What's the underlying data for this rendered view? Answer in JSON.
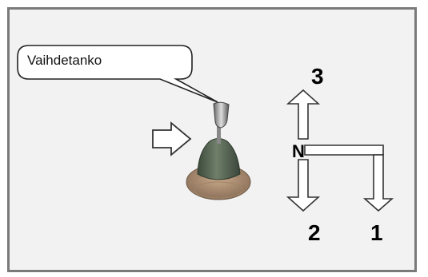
{
  "callout": {
    "label": "Vaihdetanko"
  },
  "gears": {
    "third": "3",
    "neutral": "N",
    "second": "2",
    "first": "1"
  },
  "colors": {
    "frame_border": "#7a7a7a",
    "panel_bg": "#f2f2f2",
    "arrow_fill": "#ffffff",
    "outline": "#333333"
  },
  "icons": {
    "gear_lever": "gear-lever-icon",
    "pointer": "hollow-right-arrow-icon"
  }
}
